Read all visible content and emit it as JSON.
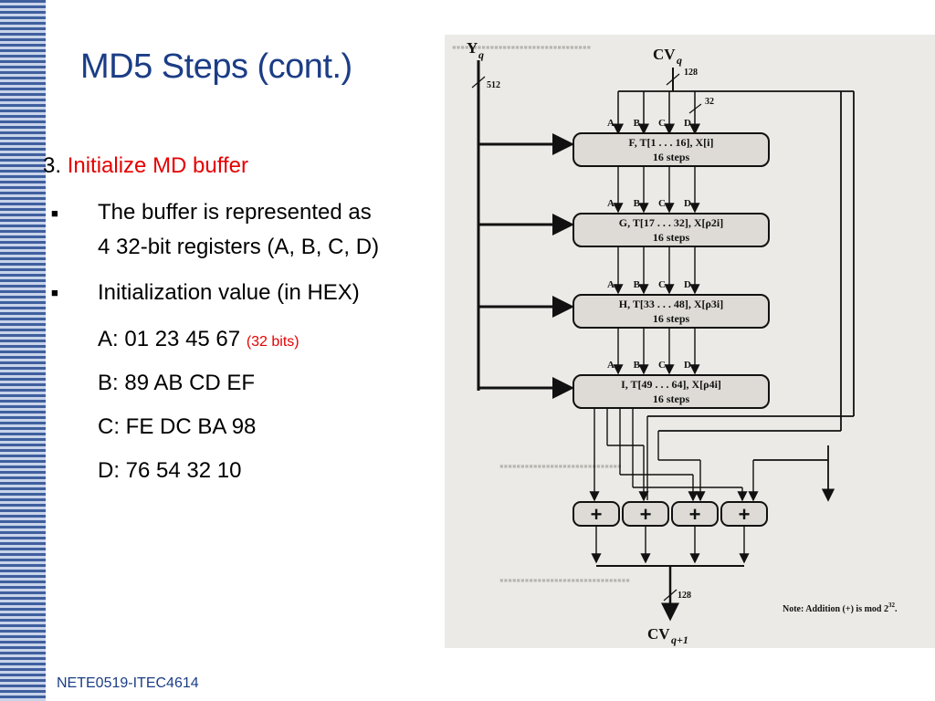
{
  "slide": {
    "title": "MD5 Steps (cont.)",
    "step_number": "3.",
    "step_heading": "Initialize MD buffer",
    "bullets": [
      {
        "text": "The buffer is represented as",
        "text2": "4 32-bit registers (A, B, C, D)"
      },
      {
        "text": "Initialization value (in HEX)"
      }
    ],
    "values": [
      {
        "text": "A: 01 23 45 67",
        "note": "(32 bits)"
      },
      {
        "text": "B: 89 AB CD EF"
      },
      {
        "text": "C: FE DC BA 98"
      },
      {
        "text": "D: 76 54 32 10"
      }
    ],
    "footer": "NETE0519-ITEC4614"
  },
  "figure": {
    "y_label": "Y",
    "y_sub": "q",
    "cv_label": "CV",
    "cv_sub": "q",
    "bits_128_top": "128",
    "bits_512": "512",
    "bits_32": "32",
    "abcd": [
      "A",
      "B",
      "C",
      "D"
    ],
    "rounds": [
      {
        "line1": "F, T[1 . . . 16], X[i]",
        "line2": "16 steps"
      },
      {
        "line1": "G, T[17 . . . 32], X[ρ2i]",
        "line2": "16 steps"
      },
      {
        "line1": "H, T[33 . . . 48], X[ρ3i]",
        "line2": "16 steps"
      },
      {
        "line1": "I, T[49 . . . 64], X[ρ4i]",
        "line2": "16 steps"
      }
    ],
    "plus": [
      "+",
      "+",
      "+",
      "+"
    ],
    "bits_128_bottom": "128",
    "out_label": "CV",
    "out_sub": "q+1",
    "note": "Note:  Addition (+) is mod 2",
    "note_exp": "32",
    "note_end": "."
  }
}
